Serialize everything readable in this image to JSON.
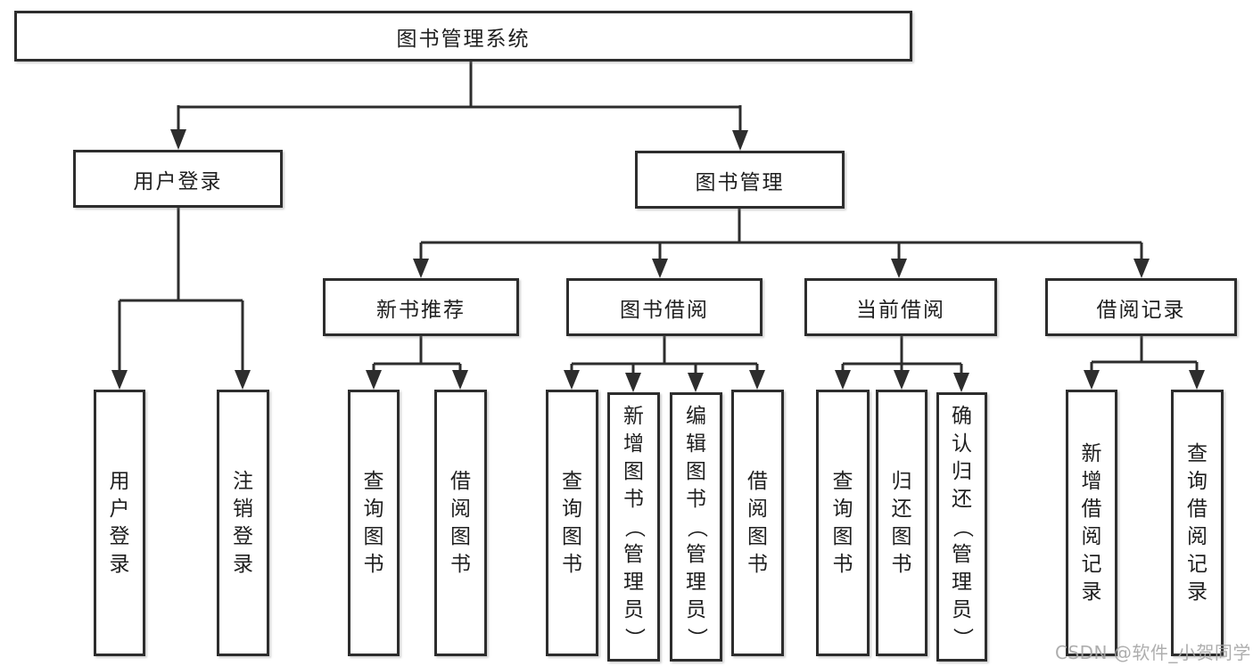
{
  "colors": {
    "background": "#ffffff",
    "line": "#2d2d2d",
    "box_border": "#2d2d2d",
    "text": "#1f1f1f",
    "watermark": "#a6a6a6"
  },
  "diagram": {
    "root": {
      "label": "图书管理系统"
    },
    "level2": [
      {
        "key": "user-login",
        "label": "用户登录"
      },
      {
        "key": "book-management",
        "label": "图书管理"
      }
    ],
    "level3": [
      {
        "key": "new-book-recommend",
        "label": "新书推荐"
      },
      {
        "key": "book-borrow",
        "label": "图书借阅"
      },
      {
        "key": "current-borrow",
        "label": "当前借阅"
      },
      {
        "key": "borrow-record",
        "label": "借阅记录"
      }
    ],
    "leaves": [
      {
        "key": "user-login",
        "label": "用户登录"
      },
      {
        "key": "logout",
        "label": "注销登录"
      },
      {
        "key": "query-book-1",
        "label": "查询图书"
      },
      {
        "key": "borrow-book-1",
        "label": "借阅图书"
      },
      {
        "key": "query-book-2",
        "label": "查询图书"
      },
      {
        "key": "add-book-admin",
        "label": "新增图书（管理员）"
      },
      {
        "key": "edit-book-admin",
        "label": "编辑图书（管理员）"
      },
      {
        "key": "borrow-book-2",
        "label": "借阅图书"
      },
      {
        "key": "query-book-3",
        "label": "查询图书"
      },
      {
        "key": "return-book",
        "label": "归还图书"
      },
      {
        "key": "confirm-return-admin",
        "label": "确认归还（管理员）"
      },
      {
        "key": "add-borrow-record",
        "label": "新增借阅记录"
      },
      {
        "key": "query-borrow-record",
        "label": "查询借阅记录"
      }
    ]
  },
  "watermark": {
    "text": "CSDN @软件_小贺同学"
  }
}
